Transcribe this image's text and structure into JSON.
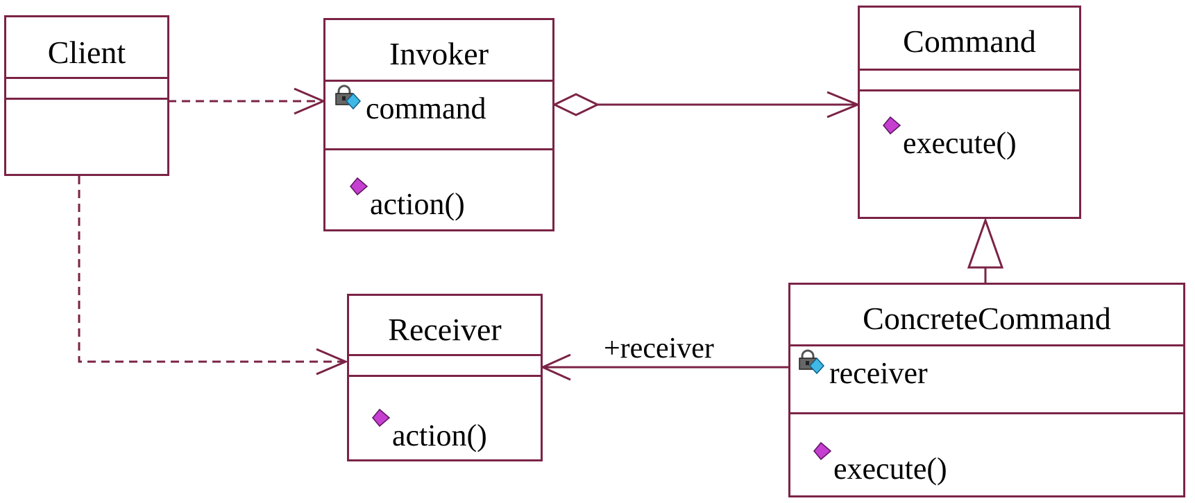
{
  "classes": {
    "client": {
      "name": "Client"
    },
    "invoker": {
      "name": "Invoker",
      "attribute": "command",
      "operation": "action()"
    },
    "command": {
      "name": "Command",
      "operation": "execute()"
    },
    "receiver": {
      "name": "Receiver",
      "operation": "action()"
    },
    "concrete": {
      "name": "ConcreteCommand",
      "attribute": "receiver",
      "operation": "execute()"
    }
  },
  "relations": {
    "receiver_role": "+receiver"
  },
  "icons": {
    "private_attribute": "padlock-attribute-icon",
    "public_operation": "magenta-diamond-icon"
  },
  "colors": {
    "line": "#7b2346",
    "operation_icon": "#c53fd1",
    "attribute_icon": "#3fb8e6",
    "lock": "#555555"
  }
}
